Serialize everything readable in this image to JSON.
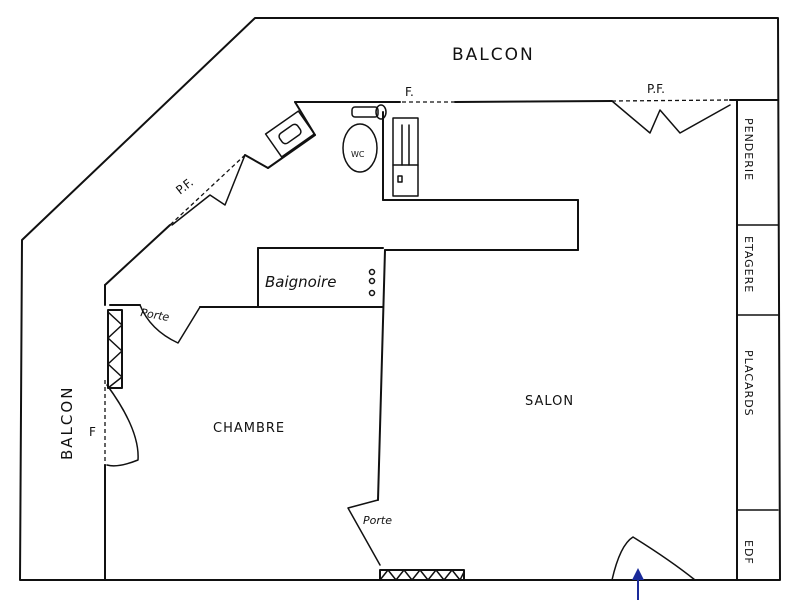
{
  "labels": {
    "balcon_top": "BALCON",
    "balcon_left": "BALCON",
    "pf_top": "P.F.",
    "pf_diag": "P.F.",
    "f_top": "F.",
    "f_left": "F",
    "wc": "WC",
    "baignoire": "Baignoire",
    "porte_left": "Porte",
    "chambre": "CHAMBRE",
    "salon": "SALON",
    "porte_bottom": "Porte",
    "penderie": "PENDERIE",
    "etagere": "ETAGERE",
    "placards": "PLACARDS",
    "edf": "EDF"
  },
  "colors": {
    "ink": "#111111",
    "arrow": "#1a2a9a"
  }
}
